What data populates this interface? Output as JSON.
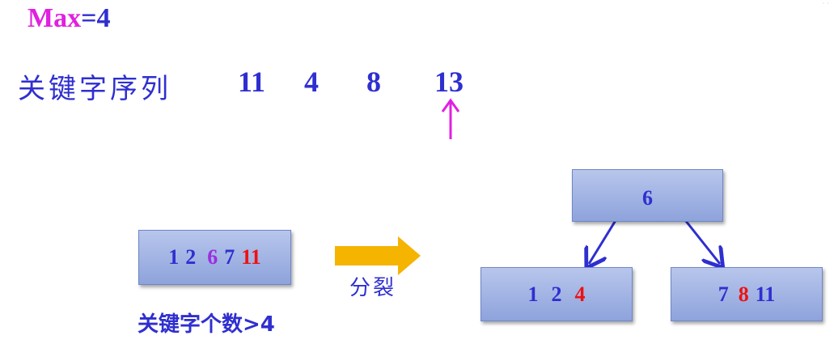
{
  "header": {
    "max_word": "Max",
    "max_rest": "=4"
  },
  "sequence": {
    "label": "关键字序列",
    "keys": [
      "11",
      "4",
      "8",
      "13"
    ]
  },
  "before_node": {
    "keys": [
      "1",
      "2",
      "6",
      "7",
      "11"
    ]
  },
  "split_label": "分裂",
  "count_label": "关键字个数>4",
  "root_node": {
    "keys": [
      "6"
    ]
  },
  "left_child": {
    "keys": [
      "1",
      "2",
      "4"
    ]
  },
  "right_child": {
    "keys": [
      "7",
      "8",
      "11"
    ]
  },
  "corner_mark": "· ·",
  "colors": {
    "text_blue": "#2f2fd0",
    "highlight_magenta": "#e020e0",
    "highlight_purple": "#9a2fe0",
    "highlight_red": "#ee1111",
    "split_arrow": "#f5b400"
  }
}
